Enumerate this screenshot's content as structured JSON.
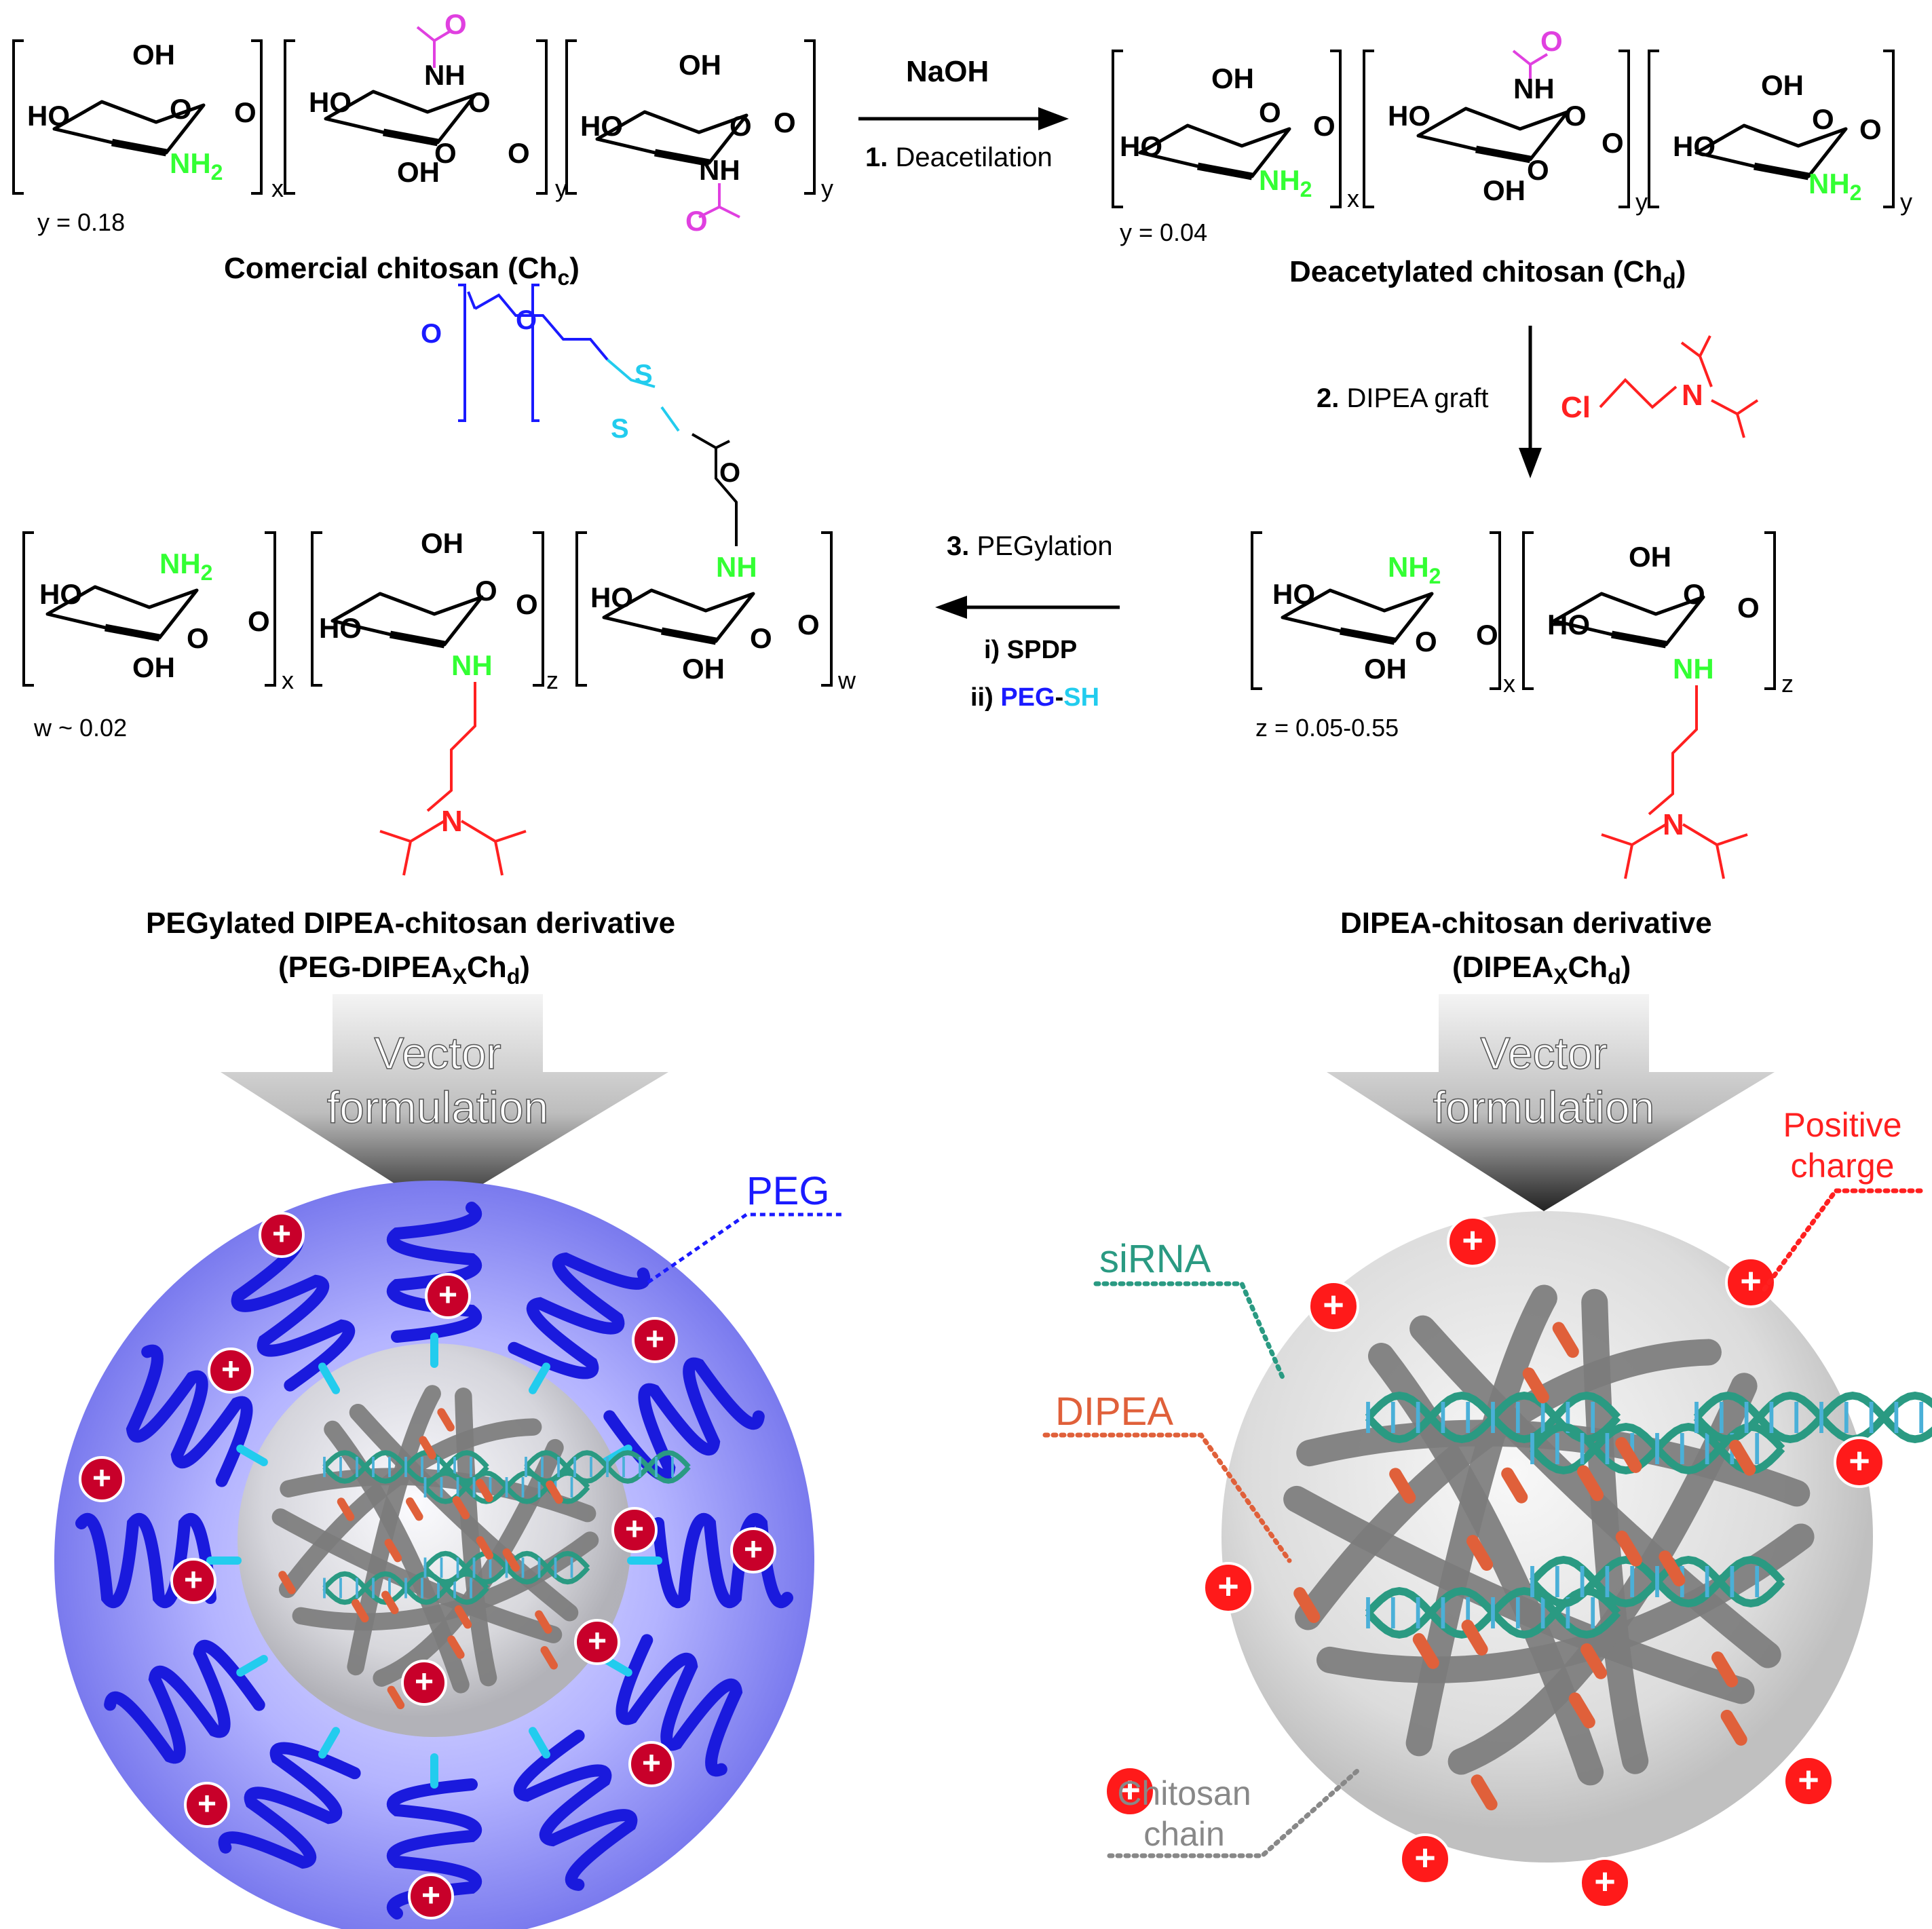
{
  "colors": {
    "amine": "#33ff33",
    "acetyl": "#e040e0",
    "dipea": "#ff2020",
    "peg": "#1a1aff",
    "disulfide": "#22ccee",
    "sirna": "#2a9a82",
    "dipea_label": "#e0603a",
    "chain": "#777777",
    "charge": "#e0001b"
  },
  "schemes": {
    "commercial": {
      "title_main": "Comercial chitosan (Ch",
      "title_sub": "c",
      "title_end": ")",
      "fraction": "y = 0.18",
      "sub1": "x",
      "sub2": "y",
      "sub3": "y"
    },
    "deacetylated": {
      "title_main": "Deacetylated chitosan (Ch",
      "title_sub": "d",
      "title_end": ")",
      "fraction": "y = 0.04",
      "sub1": "x",
      "sub2": "y",
      "sub3": "y"
    },
    "dipea": {
      "title_line1": "DIPEA-chitosan derivative",
      "title_line2_a": "(DIPEA",
      "title_line2_sub1": "X",
      "title_line2_b": "Ch",
      "title_line2_sub2": "d",
      "title_line2_c": ")",
      "fraction": "z = 0.05-0.55",
      "sub1": "x",
      "sub2": "z"
    },
    "pegylated": {
      "title_line1": "PEGylated DIPEA-chitosan derivative",
      "title_line2_a": "(PEG-DIPEA",
      "title_line2_sub1": "X",
      "title_line2_b": "Ch",
      "title_line2_sub2": "d",
      "title_line2_c": ")",
      "fraction": "w ~ 0.02",
      "sub1": "x",
      "sub2": "z",
      "sub3": "w"
    }
  },
  "atoms": {
    "oh": "OH",
    "ho": "HO",
    "o": "O",
    "nh": "NH",
    "nh2": "NH",
    "two": "2",
    "n": "N",
    "cl": "Cl",
    "s": "S"
  },
  "steps": {
    "step1_reagent": "NaOH",
    "step1_num": "1.",
    "step1_label": "Deacetilation",
    "step2_num": "2.",
    "step2_label": "DIPEA graft",
    "step3_num": "3.",
    "step3_label": "PEGylation",
    "step3_i": "i) SPDP",
    "step3_ii_a": "ii) ",
    "step3_ii_peg": "PEG",
    "step3_ii_dash": "-",
    "step3_ii_sh": "SH"
  },
  "formulation": {
    "line1": "Vector",
    "line2": "formulation"
  },
  "labels": {
    "peg": "PEG",
    "sirna": "siRNA",
    "dipea": "DIPEA",
    "positive_line1": "Positive",
    "positive_line2": "charge",
    "chitosan_line1": "Chitosan",
    "chitosan_line2": "chain"
  },
  "charge_symbol": "+"
}
